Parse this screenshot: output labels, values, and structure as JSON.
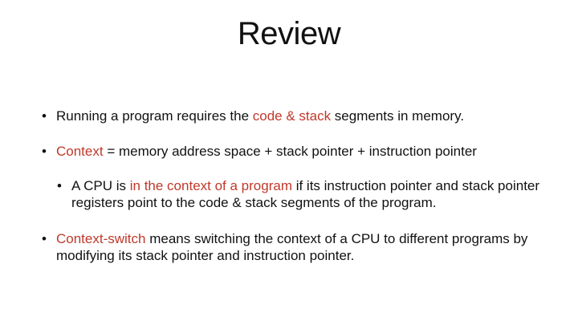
{
  "title": "Review",
  "bullets": {
    "b1": {
      "pre": "Running a program requires the ",
      "hl": "code & stack",
      "post": " segments in memory."
    },
    "b2": {
      "hl": "Context",
      "post": " = memory address space + stack pointer + instruction pointer"
    },
    "b3": {
      "pre": "A CPU is ",
      "hl": "in the context of a program",
      "post": " if its instruction pointer and stack pointer registers point to the code & stack segments of the program."
    },
    "b4": {
      "hl": "Context-switch",
      "post": " means switching the context of a CPU to different programs by modifying its stack pointer and instruction pointer."
    }
  },
  "bullet_char": "•",
  "colors": {
    "highlight": "#c0392b",
    "text": "#111111",
    "background": "#ffffff"
  }
}
